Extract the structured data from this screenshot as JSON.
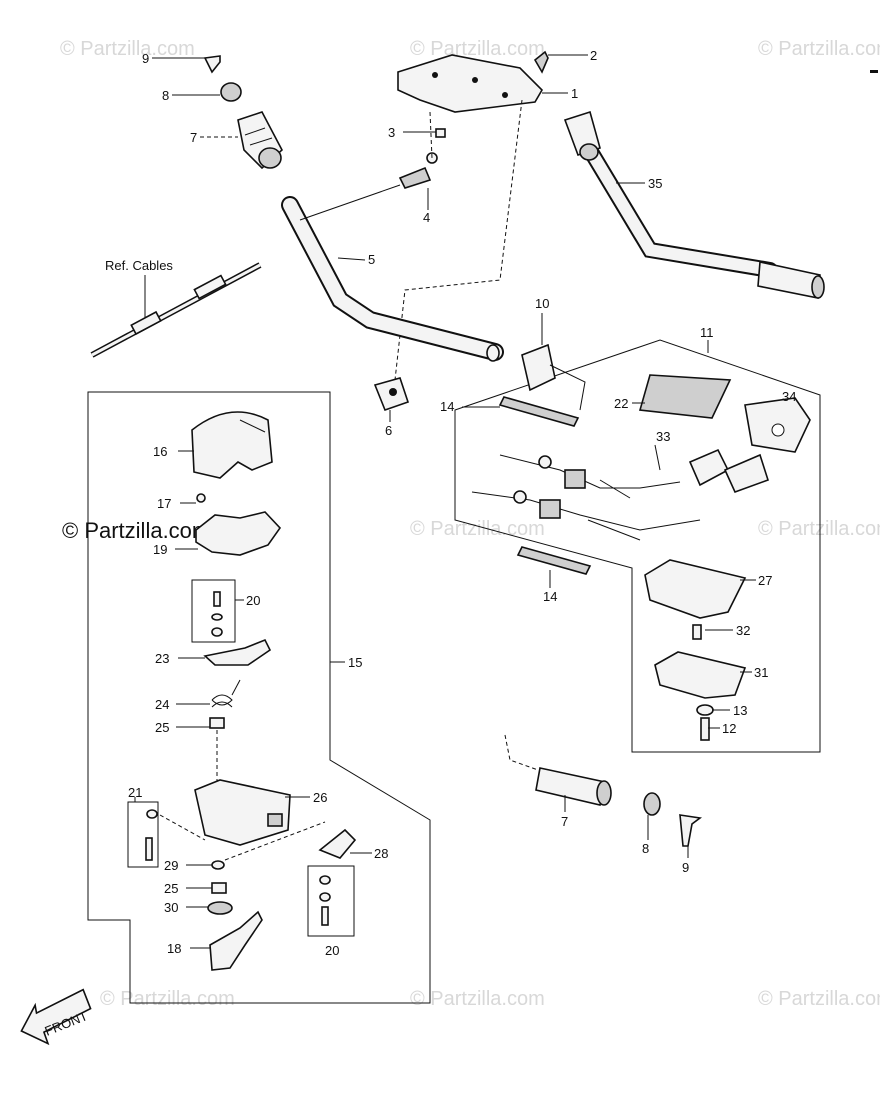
{
  "watermark": {
    "text": "© Partzilla.com",
    "prominent_text": "© Partzilla.com"
  },
  "front_label": "FRONT",
  "ref_cables_label": "Ref. Cables",
  "callouts": {
    "c1": "1",
    "c2": "2",
    "c3": "3",
    "c4": "4",
    "c5": "5",
    "c6": "6",
    "c7a": "7",
    "c7b": "7",
    "c8a": "8",
    "c8b": "8",
    "c9a": "9",
    "c9b": "9",
    "c10": "10",
    "c11": "11",
    "c12": "12",
    "c13": "13",
    "c14a": "14",
    "c14b": "14",
    "c15": "15",
    "c16": "16",
    "c17": "17",
    "c18": "18",
    "c19": "19",
    "c20a": "20",
    "c20b": "20",
    "c21": "21",
    "c22": "22",
    "c23": "23",
    "c24": "24",
    "c25a": "25",
    "c25b": "25",
    "c26": "26",
    "c27": "27",
    "c28": "28",
    "c29": "29",
    "c30": "30",
    "c31": "31",
    "c32": "32",
    "c33": "33",
    "c34": "34",
    "c35": "35"
  }
}
